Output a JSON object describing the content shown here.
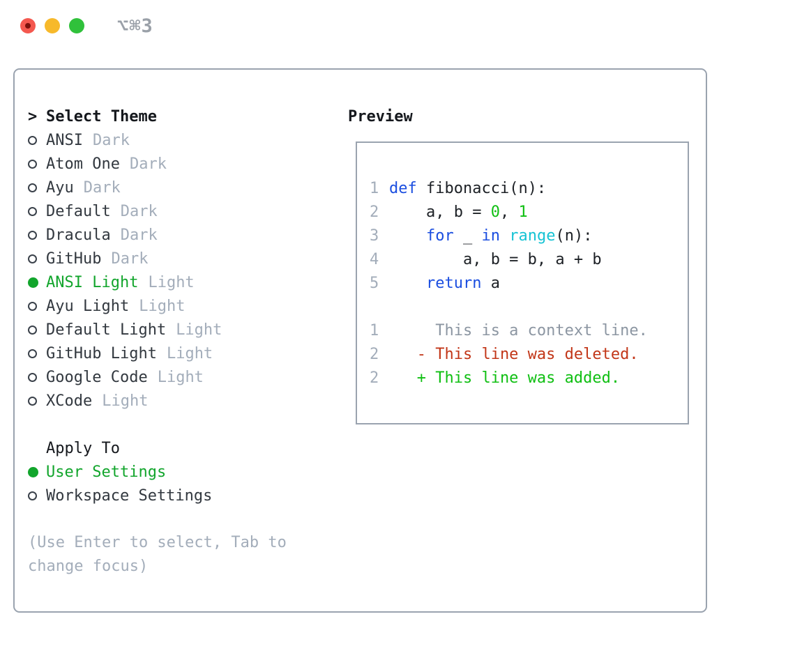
{
  "window": {
    "title": "⌥⌘3",
    "traffic_lights": [
      "close",
      "minimize",
      "zoom"
    ]
  },
  "colors": {
    "panel_border": "#9aa3af",
    "text_dark": "#32383f",
    "text_header": "#15181d",
    "text_muted": "#a3adba",
    "selected_green": "#12a52c",
    "code_keyword_blue": "#1b4ee0",
    "code_function_cyan": "#16c3d4",
    "code_number_green": "#0fbf12",
    "diff_deleted_red": "#c23618",
    "diff_added_green": "#0fbf12",
    "diff_context_gray": "#8c96a2",
    "traffic_red": "#f4584f",
    "traffic_yellow": "#f7b92b",
    "traffic_green": "#30c13b"
  },
  "theme_picker": {
    "header_prefix": ">",
    "header": "Select Theme",
    "items": [
      {
        "name": "ANSI",
        "tag": "Dark",
        "selected": false
      },
      {
        "name": "Atom One",
        "tag": "Dark",
        "selected": false
      },
      {
        "name": "Ayu",
        "tag": "Dark",
        "selected": false
      },
      {
        "name": "Default",
        "tag": "Dark",
        "selected": false
      },
      {
        "name": "Dracula",
        "tag": "Dark",
        "selected": false
      },
      {
        "name": "GitHub",
        "tag": "Dark",
        "selected": false
      },
      {
        "name": "ANSI Light",
        "tag": "Light",
        "selected": true
      },
      {
        "name": "Ayu Light",
        "tag": "Light",
        "selected": false
      },
      {
        "name": "Default Light",
        "tag": "Light",
        "selected": false
      },
      {
        "name": "GitHub Light",
        "tag": "Light",
        "selected": false
      },
      {
        "name": "Google Code",
        "tag": "Light",
        "selected": false
      },
      {
        "name": "XCode",
        "tag": "Light",
        "selected": false
      }
    ],
    "apply_to": {
      "header": "Apply To",
      "options": [
        {
          "name": "User Settings",
          "selected": true
        },
        {
          "name": "Workspace Settings",
          "selected": false
        }
      ]
    },
    "hint_lines": [
      "(Use Enter to select, Tab to",
      "change focus)"
    ]
  },
  "preview": {
    "header": "Preview",
    "code_lines": [
      {
        "num": "1",
        "segments": [
          {
            "t": "def",
            "c": "kw"
          },
          {
            "t": " fibonacci(n):",
            "c": "pl"
          }
        ]
      },
      {
        "num": "2",
        "segments": [
          {
            "t": "    a, b = ",
            "c": "pl"
          },
          {
            "t": "0",
            "c": "nu"
          },
          {
            "t": ", ",
            "c": "pl"
          },
          {
            "t": "1",
            "c": "nu"
          }
        ]
      },
      {
        "num": "3",
        "segments": [
          {
            "t": "    ",
            "c": "pl"
          },
          {
            "t": "for",
            "c": "kw"
          },
          {
            "t": " _ ",
            "c": "pl"
          },
          {
            "t": "in",
            "c": "kw"
          },
          {
            "t": " ",
            "c": "pl"
          },
          {
            "t": "range",
            "c": "fn"
          },
          {
            "t": "(n):",
            "c": "pl"
          }
        ]
      },
      {
        "num": "4",
        "segments": [
          {
            "t": "        a, b = b, a + b",
            "c": "pl"
          }
        ]
      },
      {
        "num": "5",
        "segments": [
          {
            "t": "    ",
            "c": "pl"
          },
          {
            "t": "return",
            "c": "kw"
          },
          {
            "t": " a",
            "c": "pl"
          }
        ]
      },
      {
        "num": "",
        "segments": []
      },
      {
        "num": "1",
        "segments": [
          {
            "t": "     This is a context line.",
            "c": "ctx"
          }
        ]
      },
      {
        "num": "2",
        "segments": [
          {
            "t": "   - This line was deleted.",
            "c": "del"
          }
        ]
      },
      {
        "num": "2",
        "segments": [
          {
            "t": "   + This line was added.",
            "c": "add"
          }
        ]
      }
    ]
  }
}
